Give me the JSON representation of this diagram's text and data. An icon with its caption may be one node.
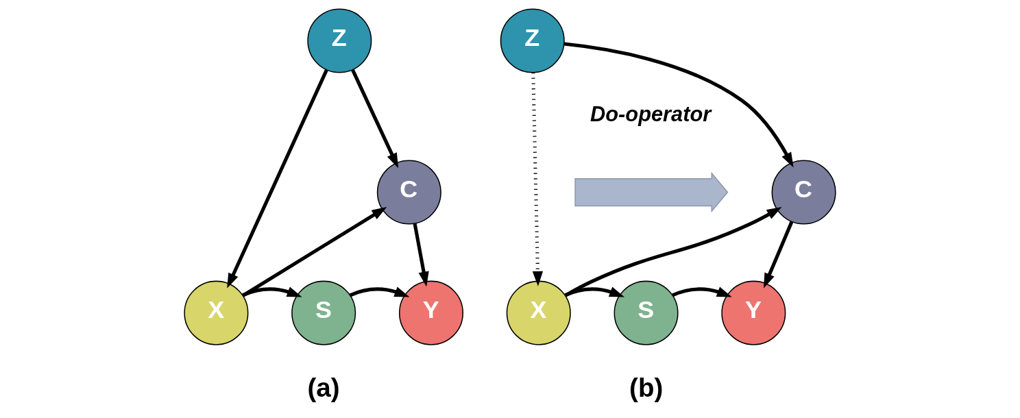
{
  "diagram": {
    "nodes": [
      {
        "text": [
          "Z"
        ]
      },
      {
        "text": [
          "C"
        ]
      },
      {
        "text": [
          "X"
        ]
      },
      {
        "text": [
          "S"
        ]
      },
      {
        "text": [
          "Y"
        ]
      },
      {
        "text": [],
        "shape": "arrow",
        "beside": [
          "Do-operator"
        ]
      },
      {
        "text": [
          "Z"
        ]
      },
      {
        "text": [
          "C"
        ]
      },
      {
        "text": [
          "X"
        ]
      },
      {
        "text": [
          "S"
        ]
      },
      {
        "text": [
          "Y"
        ]
      }
    ],
    "edges": [
      {
        "from": 0,
        "to": 2,
        "arrow": "to"
      },
      {
        "from": 0,
        "to": 1,
        "arrow": "to"
      },
      {
        "from": 2,
        "to": 1,
        "arrow": "to"
      },
      {
        "from": 1,
        "to": 4,
        "arrow": "to"
      },
      {
        "from": 2,
        "to": 3,
        "arrow": "to"
      },
      {
        "from": 3,
        "to": 4,
        "arrow": "to"
      },
      {
        "from": 6,
        "to": 8,
        "arrow": "to",
        "style": "dashed"
      },
      {
        "from": 6,
        "to": 7,
        "arrow": "to"
      },
      {
        "from": 8,
        "to": 7,
        "arrow": "to"
      },
      {
        "from": 7,
        "to": 10,
        "arrow": "to"
      },
      {
        "from": 8,
        "to": 9,
        "arrow": "to"
      },
      {
        "from": 9,
        "to": 10,
        "arrow": "to"
      }
    ],
    "labels": [
      "(a)",
      "(b)"
    ]
  }
}
